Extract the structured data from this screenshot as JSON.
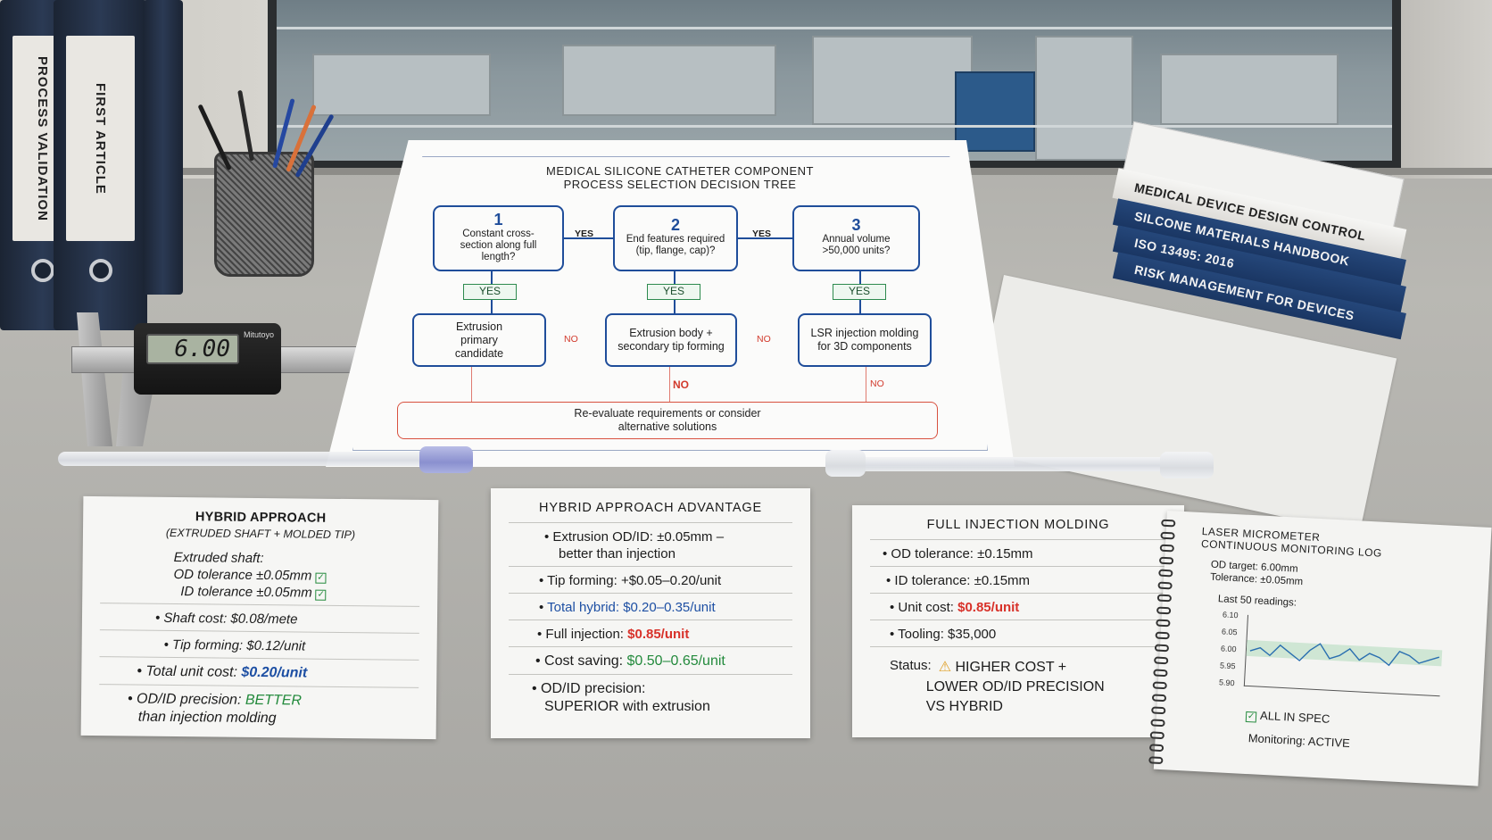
{
  "binders": [
    "PROCESS VALIDATION",
    "FIRST ARTICLE"
  ],
  "caliper": {
    "reading": "6.00",
    "brand": "Mitutoyo"
  },
  "flowchart": {
    "title_line1": "MEDICAL SILICONE CATHETER COMPONENT",
    "title_line2": "PROCESS SELECTION DECISION TREE",
    "nodes": [
      {
        "num": "1",
        "text": "Constant cross-section along full length?"
      },
      {
        "num": "2",
        "text": "End features required (tip, flange, cap)?"
      },
      {
        "num": "3",
        "text": "Annual volume >50,000 units?"
      }
    ],
    "yes": "YES",
    "no": "NO",
    "results": [
      "Extrusion primary candidate",
      "Extrusion body + secondary tip forming",
      "LSR injection molding for 3D components"
    ],
    "reevaluate": "Re-evaluate requirements or consider alternative solutions"
  },
  "books": [
    "MEDICAL DEVICE DESIGN CONTROL",
    "SILCONE MATERIALS HANDBOOK",
    "ISO 13495: 2016",
    "RISK MANAGEMENT FOR DEVICES"
  ],
  "card_hybrid": {
    "title": "HYBRID APPROACH",
    "subtitle": "(EXTRUDED SHAFT + MOLDED TIP)",
    "shaft_label": "Extruded shaft:",
    "od": "OD tolerance ±0.05mm",
    "id": "ID tolerance ±0.05mm",
    "shaft_cost": "Shaft cost: $0.08/mete",
    "tip": "Tip forming: $0.12/unit",
    "total_label": "Total unit cost: ",
    "total_value": "$0.20/unit",
    "precision_label": "OD/ID precision: ",
    "precision_value": "BETTER",
    "precision_tail": "than injection molding"
  },
  "card_advantage": {
    "title": "HYBRID APPROACH ADVANTAGE",
    "l1a": "Extrusion OD/ID: ±0.05mm –",
    "l1b": "better than injection",
    "l2": "Tip forming: +$0.05–0.20/unit",
    "l3": "Total hybrid: $0.20–0.35/unit",
    "l4_label": "Full injection: ",
    "l4_value": "$0.85/unit",
    "l5_label": "Cost saving: ",
    "l5_value": "$0.50–0.65/unit",
    "l6": "OD/ID precision:",
    "l7": "SUPERIOR with extrusion"
  },
  "card_injection": {
    "title": "FULL INJECTION MOLDING",
    "od": "OD tolerance: ±0.15mm",
    "id": "ID tolerance: ±0.15mm",
    "cost_label": "Unit cost: ",
    "cost_value": "$0.85/unit",
    "tooling": "Tooling: $35,000",
    "status_label": "Status:",
    "status_l1": "HIGHER COST +",
    "status_l2": "LOWER OD/ID PRECISION",
    "status_l3": "VS HYBRID"
  },
  "notebook": {
    "title1": "LASER MICROMETER",
    "title2": "CONTINUOUS MONITORING LOG",
    "target": "OD target: 6.00mm",
    "tolerance": "Tolerance: ±0.05mm",
    "readings": "Last 50 readings:",
    "yticks": [
      "6.10",
      "6.05",
      "6.00",
      "5.95",
      "5.90"
    ],
    "series": [
      6.0,
      6.01,
      5.99,
      6.02,
      6.0,
      5.98,
      6.01,
      6.03,
      5.99,
      6.0,
      6.02,
      5.99,
      6.01,
      6.0,
      5.98,
      6.02,
      6.01,
      5.99,
      6.0,
      6.01
    ],
    "ylim": [
      5.9,
      6.1
    ],
    "status": "ALL IN SPEC",
    "monitoring": "Monitoring: ACTIVE"
  },
  "colors": {
    "flow_blue": "#1f4d9a",
    "yes_green": "#2d8a4e",
    "no_red": "#d23a2c",
    "text_blue": "#1d4fa3",
    "text_red": "#d8322a",
    "text_green": "#238a3c"
  }
}
